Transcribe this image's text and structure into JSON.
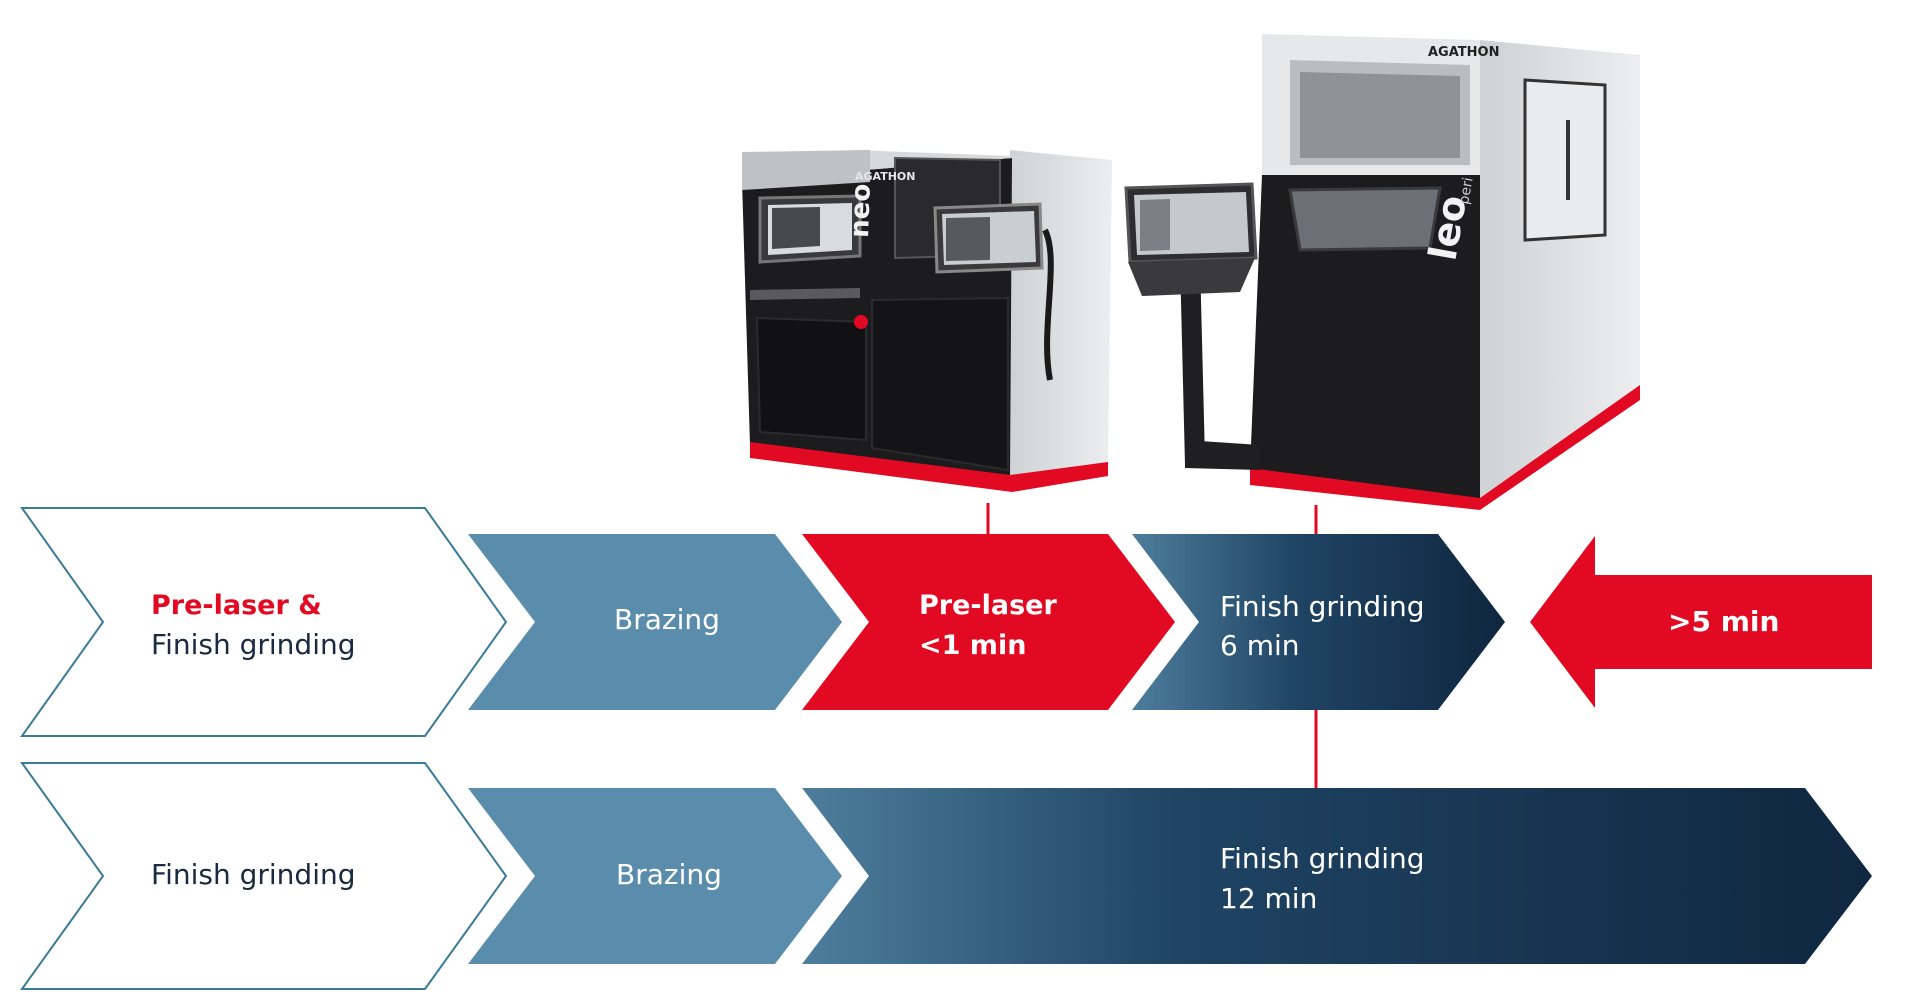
{
  "colors": {
    "outline": "#3a7b98",
    "brazing": "#5a8dab",
    "red": "#e20a23",
    "navy_light": "#4e7e9c",
    "navy_dark": "#0f2740",
    "text_dark": "#1a2a40",
    "white": "#ffffff"
  },
  "machines": {
    "left": {
      "brand": "AGATHON",
      "model": "neo"
    },
    "right": {
      "brand": "AGATHON",
      "model": "leo",
      "model_suffix": "peri"
    }
  },
  "row1": {
    "step1": {
      "line1": "Pre-laser &",
      "line2": "Finish grinding"
    },
    "step2": {
      "label": "Brazing"
    },
    "step3": {
      "line1": "Pre-laser",
      "line2": "<1 min"
    },
    "step4": {
      "line1": "Finish grinding",
      "line2": "6 min"
    },
    "saving": {
      "label": ">5 min"
    }
  },
  "row2": {
    "step1": {
      "label": "Finish grinding"
    },
    "step2": {
      "label": "Brazing"
    },
    "step3": {
      "line1": "Finish grinding",
      "line2": "12 min"
    }
  }
}
